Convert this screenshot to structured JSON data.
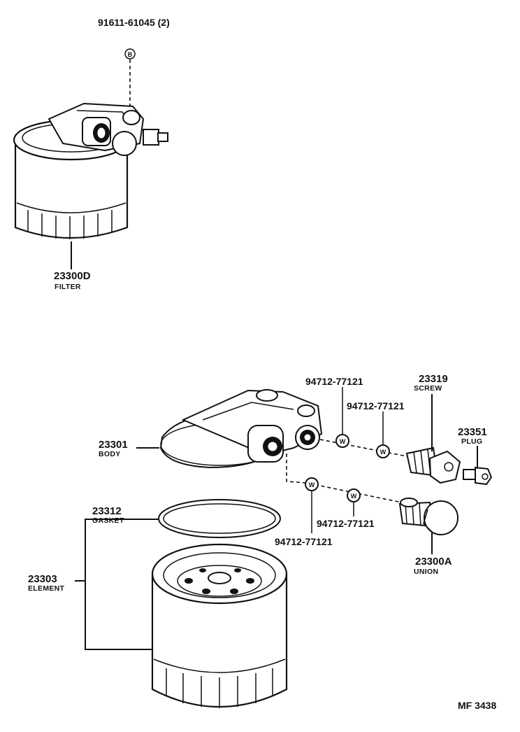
{
  "diagram_code": "MF 3438",
  "parts": {
    "bolt_top": {
      "number": "91611-61045 (2)",
      "symbol": "B"
    },
    "filter": {
      "number": "23300D",
      "name": "FILTER"
    },
    "body": {
      "number": "23301",
      "name": "BODY"
    },
    "gasket": {
      "number": "23312",
      "name": "GASKET"
    },
    "element": {
      "number": "23303",
      "name": "ELEMENT"
    },
    "screw": {
      "number": "23319",
      "name": "SCREW"
    },
    "plug": {
      "number": "23351",
      "name": "PLUG"
    },
    "union": {
      "number": "23300A",
      "name": "UNION"
    },
    "washer_1": {
      "number": "94712-77121",
      "symbol": "W"
    },
    "washer_2": {
      "number": "94712-77121",
      "symbol": "W"
    },
    "washer_3": {
      "number": "94712-77121",
      "symbol": "W"
    },
    "washer_4": {
      "number": "94712-77121",
      "symbol": "W"
    }
  }
}
